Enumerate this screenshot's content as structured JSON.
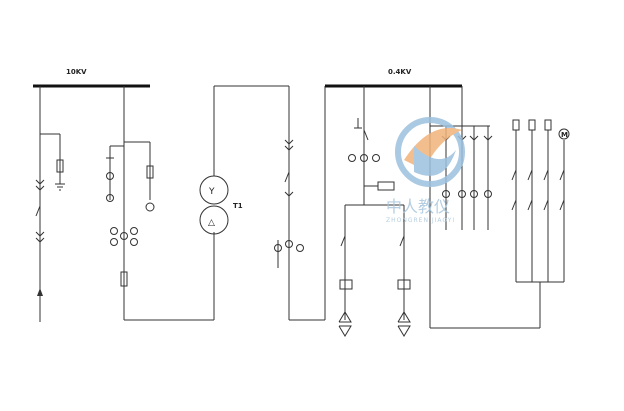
{
  "busbars": {
    "hv_label": "10KV",
    "lv_label": "0.4KV"
  },
  "transformer": {
    "label": "T1",
    "primary_symbol": "Y",
    "secondary_symbol": "△"
  },
  "motor_symbol": "M",
  "watermark": {
    "cn": "中人教仪",
    "en": "ZHONGREN JIAOYI"
  },
  "colors": {
    "line": "#333333",
    "watermark_blue": "#9cc0de",
    "watermark_orange": "#f2b37a"
  }
}
